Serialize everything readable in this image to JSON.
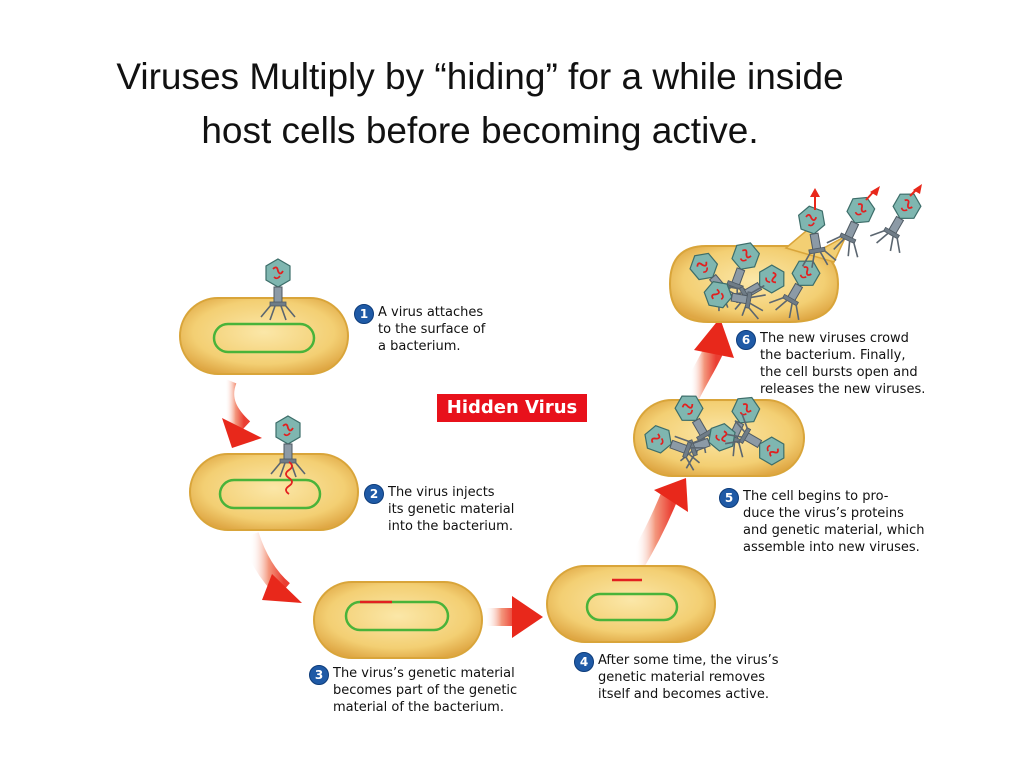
{
  "title": {
    "line1": "Viruses Multiply by “hiding” for a while inside",
    "line2": "host cells before becoming active."
  },
  "badge": {
    "label": "Hidden Virus"
  },
  "steps": [
    {
      "number": "1",
      "lines": [
        "A virus attaches",
        "to the surface of",
        "a bacterium."
      ]
    },
    {
      "number": "2",
      "lines": [
        "The virus injects",
        "its genetic material",
        "into the bacterium."
      ]
    },
    {
      "number": "3",
      "lines": [
        "The virus’s genetic material",
        "becomes part of the genetic",
        "material of the bacterium."
      ]
    },
    {
      "number": "4",
      "lines": [
        "After some time, the virus’s",
        "genetic material removes",
        "itself and becomes active."
      ]
    },
    {
      "number": "5",
      "lines": [
        "The cell begins to pro-",
        "duce the virus’s proteins",
        "and genetic material, which",
        "assemble into new viruses."
      ]
    },
    {
      "number": "6",
      "lines": [
        "The new viruses crowd",
        "the bacterium. Finally,",
        "the cell bursts open and",
        "releases the new viruses."
      ]
    }
  ],
  "colors": {
    "cell_fill": "#f3cf73",
    "cell_edge": "#d9a53a",
    "dna_ring": "#49b33a",
    "viral_dna": "#e22020",
    "arrow": "#e8281b",
    "badge": "#e8111b",
    "step_circle": "#1f5aa6",
    "virus_head": "#7fb6b0",
    "virus_body": "#8c9aa6"
  }
}
